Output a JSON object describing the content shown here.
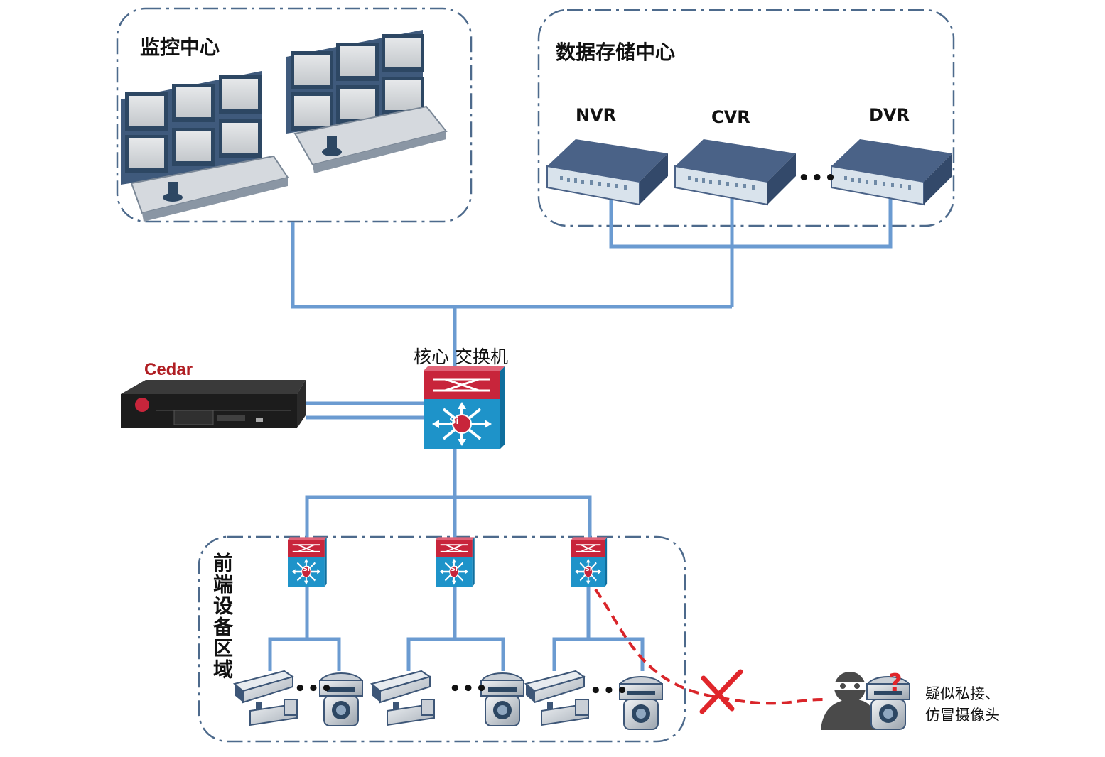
{
  "zones": {
    "monitor_center": "监控中心",
    "storage_center": "数据存储中心",
    "frontend_area": "前端设备区域"
  },
  "storage": {
    "nvr": "NVR",
    "cvr": "CVR",
    "dvr": "DVR",
    "ellipsis": "•••"
  },
  "core_switch": {
    "label": "核心 交换机",
    "badge": "Si"
  },
  "cedar": {
    "brand": "Cedar"
  },
  "frontend": {
    "ellipsis": "•••",
    "switch_badge": "Si"
  },
  "rogue": {
    "line1": "疑似私接、",
    "line2": "仿冒摄像头",
    "question_mark": "?"
  },
  "colors": {
    "link": "#6b9bd1",
    "zone_border": "#4d6a8c",
    "switch_red": "#c8253b",
    "switch_blue": "#1e93c9",
    "rogue_line": "#d9252a",
    "cedar_red": "#b01e23"
  }
}
